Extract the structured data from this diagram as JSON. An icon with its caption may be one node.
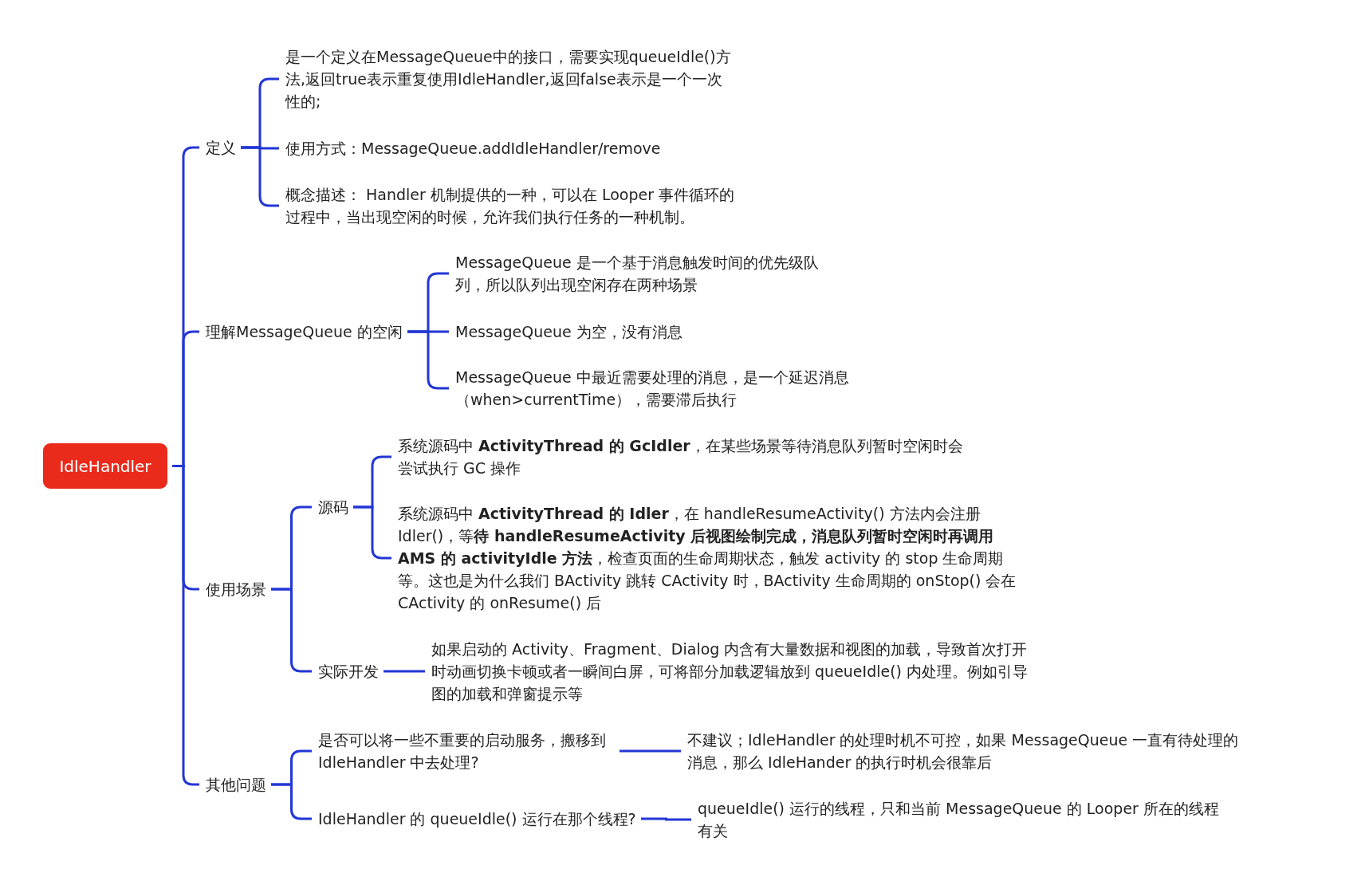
{
  "diagram": {
    "nodes": [
      {
        "text": [
          "IdleHandler"
        ]
      },
      {
        "text": [
          "定义"
        ]
      },
      {
        "text": [
          "是一个定义在MessageQueue中的接口，需要实现queueIdle()方法,返回true表示重复使用IdleHandler,返回false表示是一个一次性的;"
        ]
      },
      {
        "text": [
          "使用方式：MessageQueue.addIdleHandler/remove"
        ]
      },
      {
        "text": [
          "概念描述： Handler 机制提供的一种，可以在 Looper 事件循环的过程中，当出现空闲的时候，允许我们执行任务的一种机制。"
        ]
      },
      {
        "text": [
          "理解MessageQueue 的空闲"
        ]
      },
      {
        "text": [
          "MessageQueue 是一个基于消息触发时间的优先级队列，所以队列出现空闲存在两种场景"
        ]
      },
      {
        "text": [
          "MessageQueue 为空，没有消息"
        ]
      },
      {
        "text": [
          "MessageQueue 中最近需要处理的消息，是一个延迟消息（when>currentTime），需要滞后执行"
        ]
      },
      {
        "text": [
          "使用场景"
        ]
      },
      {
        "text": [
          "源码"
        ]
      },
      {
        "text": [
          "系统源码中 **ActivityThread 的 GcIdler**，在某些场景等待消息队列暂时空闲时会尝试执行 GC 操作"
        ]
      },
      {
        "text": [
          "系统源码中 **ActivityThread 的 Idler**，在 handleResumeActivity() 方法内会注册 Idler()，等**待 handleResumeActivity 后视图绘制完成，消息队列暂时空闲时再调用 AMS 的 activityIdle 方法**，检查页面的生命周期状态，触发 activity 的 stop 生命周期等。这也是为什么我们 BActivity 跳转 CActivity 时，BActivity 生命周期的 onStop() 会在 CActivity 的 onResume() 后"
        ]
      },
      {
        "text": [
          "实际开发"
        ]
      },
      {
        "text": [
          "如果启动的 Activity、Fragment、Dialog 内含有大量数据和视图的加载，导致首次打开时动画切换卡顿或者一瞬间白屏，可将部分加载逻辑放到 queueIdle() 内处理。例如引导图的加载和弹窗提示等"
        ]
      },
      {
        "text": [
          "其他问题"
        ]
      },
      {
        "text": [
          "是否可以将一些不重要的启动服务，搬移到 IdleHandler 中去处理?"
        ]
      },
      {
        "text": [
          "不建议；IdleHandler 的处理时机不可控，如果 MessageQueue 一直有待处理的消息，那么 IdleHander 的执行时机会很靠后"
        ]
      },
      {
        "text": [
          "IdleHandler 的 queueIdle() 运行在那个线程?"
        ]
      },
      {
        "text": [
          "queueIdle() 运行的线程，只和当前 MessageQueue 的 Looper 所在的线程有关"
        ]
      }
    ],
    "edges": [
      {
        "from": 0,
        "to": 1,
        "arrow": "none"
      },
      {
        "from": 0,
        "to": 5,
        "arrow": "none"
      },
      {
        "from": 0,
        "to": 9,
        "arrow": "none"
      },
      {
        "from": 0,
        "to": 15,
        "arrow": "none"
      },
      {
        "from": 1,
        "to": 2,
        "arrow": "none"
      },
      {
        "from": 1,
        "to": 3,
        "arrow": "none"
      },
      {
        "from": 1,
        "to": 4,
        "arrow": "none"
      },
      {
        "from": 5,
        "to": 6,
        "arrow": "none"
      },
      {
        "from": 5,
        "to": 7,
        "arrow": "none"
      },
      {
        "from": 5,
        "to": 8,
        "arrow": "none"
      },
      {
        "from": 9,
        "to": 10,
        "arrow": "none"
      },
      {
        "from": 9,
        "to": 13,
        "arrow": "none"
      },
      {
        "from": 10,
        "to": 11,
        "arrow": "none"
      },
      {
        "from": 10,
        "to": 12,
        "arrow": "none"
      },
      {
        "from": 13,
        "to": 14,
        "arrow": "none"
      },
      {
        "from": 15,
        "to": 16,
        "arrow": "none"
      },
      {
        "from": 15,
        "to": 18,
        "arrow": "none"
      },
      {
        "from": 16,
        "to": 17,
        "arrow": "none"
      },
      {
        "from": 18,
        "to": 19,
        "arrow": "none"
      }
    ]
  }
}
